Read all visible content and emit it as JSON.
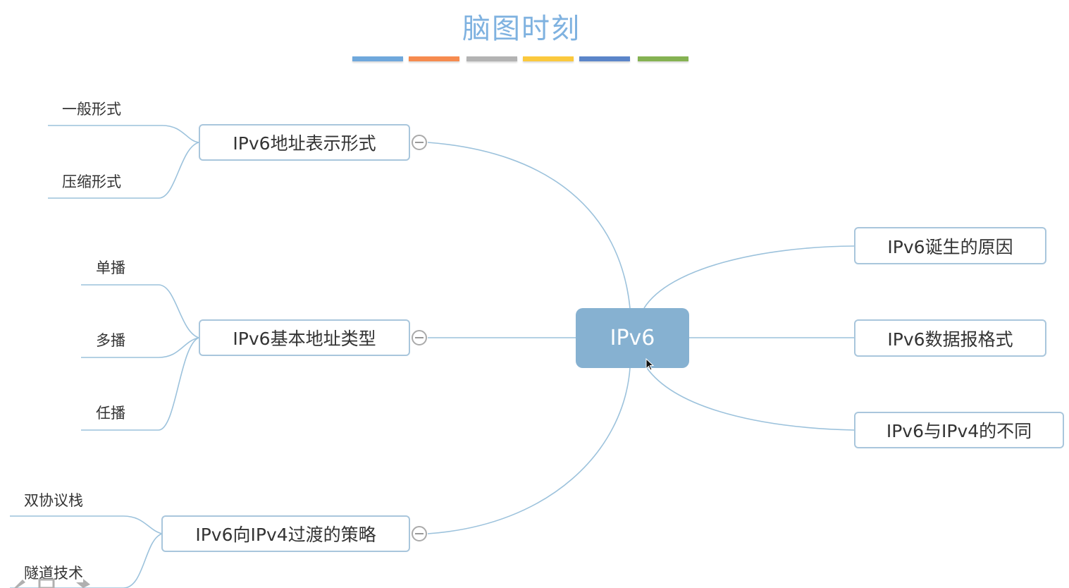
{
  "header": {
    "title": "脑图时刻",
    "color_bars": [
      "#6fa8dc",
      "#f68b4f",
      "#b3b3b3",
      "#fbc93d",
      "#5b85c9",
      "#85b252"
    ]
  },
  "mindmap": {
    "central": {
      "label": "IPv6"
    },
    "branches_left": [
      {
        "label": "IPv6地址表示形式",
        "children": [
          "一般形式",
          "压缩形式"
        ]
      },
      {
        "label": "IPv6基本地址类型",
        "children": [
          "单播",
          "多播",
          "任播"
        ]
      },
      {
        "label": "IPv6向IPv4过渡的策略",
        "children": [
          "双协议栈",
          "隧道技术"
        ]
      }
    ],
    "branches_right": [
      {
        "label": "IPv6诞生的原因"
      },
      {
        "label": "IPv6数据报格式"
      },
      {
        "label": "IPv6与IPv4的不同"
      }
    ],
    "link_color": "#9cc2dc",
    "node_border_color": "#a9c6dc",
    "central_color": "#86b1d1"
  }
}
